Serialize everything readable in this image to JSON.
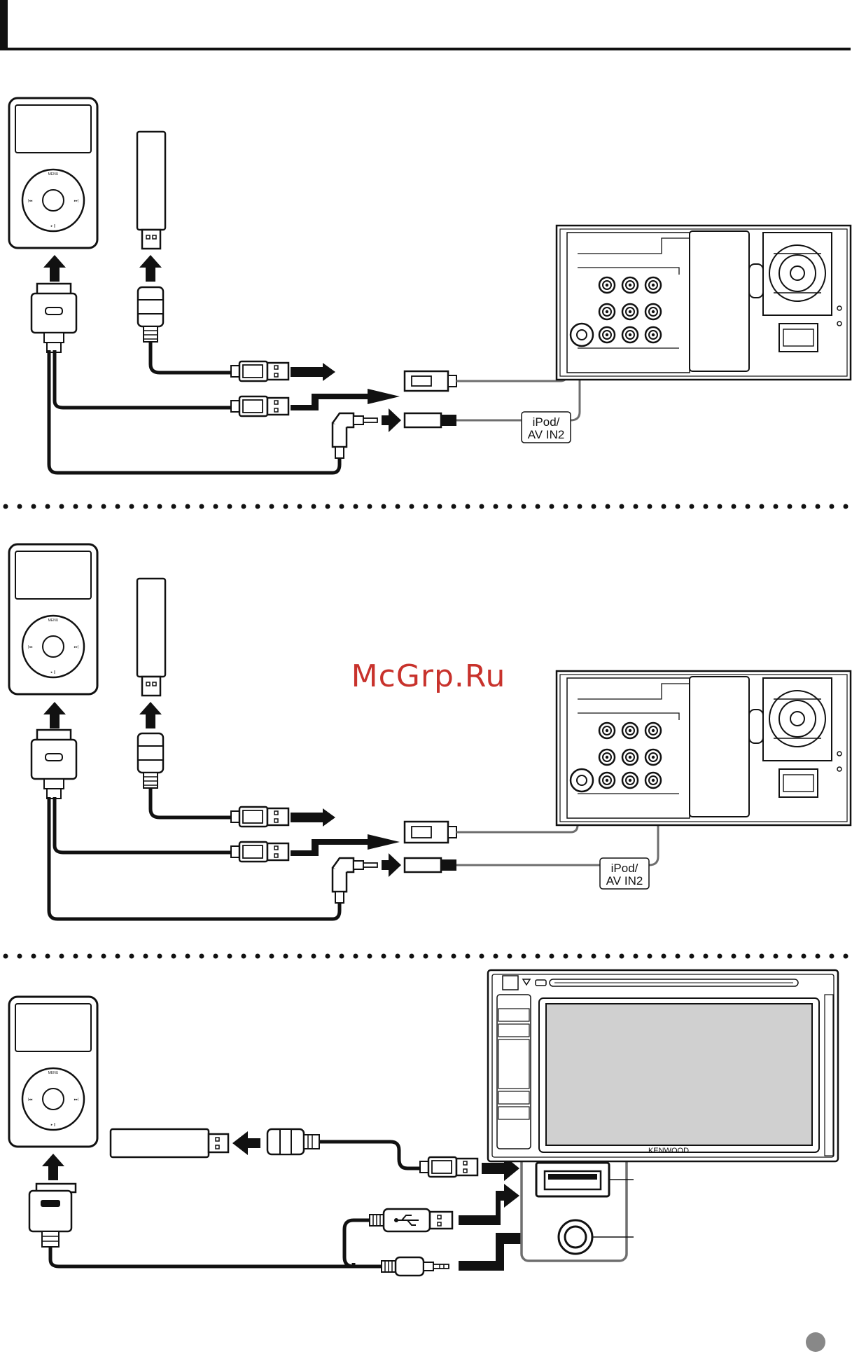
{
  "watermark": "McGrp.Ru",
  "labels": {
    "ipod_av_in2_line1": "iPod/",
    "ipod_av_in2_line2": "AV IN2",
    "ipod_av_in2_b_line1": "iPod/",
    "ipod_av_in2_b_line2": "AV IN2",
    "ipod_menu": "MENU",
    "brand": "KENWOOD"
  },
  "colors": {
    "ink": "#111111",
    "wire_gray": "#6e6e6e",
    "screen_gray": "#d0d0d0",
    "watermark": "#c8322c"
  },
  "icons": [
    "ipod-icon",
    "usb-stick-icon",
    "dock-connector-icon",
    "usb-plug-icon",
    "mini-jack-icon",
    "arrow-icon",
    "head-unit-rear-icon",
    "head-unit-front-icon"
  ]
}
